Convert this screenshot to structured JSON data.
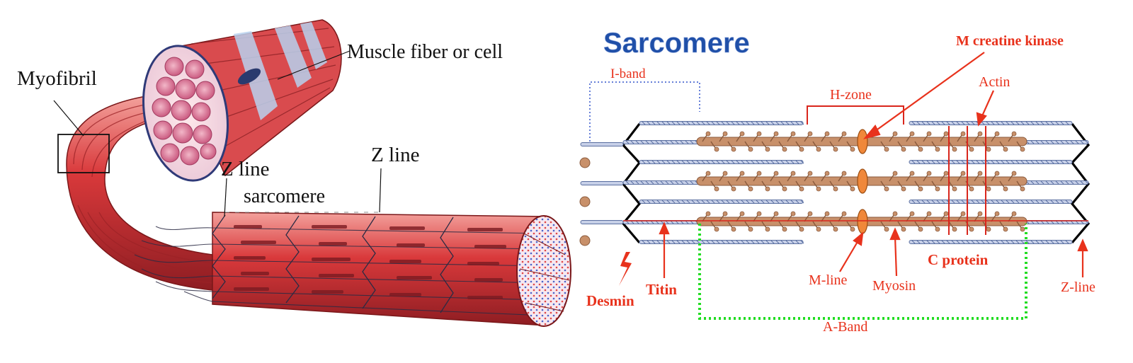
{
  "left_panel": {
    "labels": {
      "myofibril": "Myofibril",
      "muscle_fiber": "Muscle fiber or cell",
      "z_line_left": "Z line",
      "z_line_right": "Z line",
      "sarcomere": "sarcomere"
    }
  },
  "right_panel": {
    "title": "Sarcomere",
    "labels": {
      "i_band": "I-band",
      "h_zone": "H-zone",
      "m_creatine_kinase": "M creatine kinase",
      "actin": "Actin",
      "titin": "Titin",
      "desmin": "Desmin",
      "m_line": "M-line",
      "myosin": "Myosin",
      "c_protein": "C protein",
      "z_line": "Z-line",
      "a_band": "A-Band"
    }
  },
  "colors": {
    "muscle_red": "#d9393b",
    "muscle_dark": "#8e1d22",
    "muscle_light": "#f08a86",
    "label_red": "#e8321c",
    "title_blue": "#1f4fa8",
    "a_band_green": "#22dd22",
    "i_band_blue": "#3355cc",
    "myosin_tan": "#c8906a",
    "actin_blue": "#5a6fa0",
    "m_line_orange": "#f0883a"
  }
}
